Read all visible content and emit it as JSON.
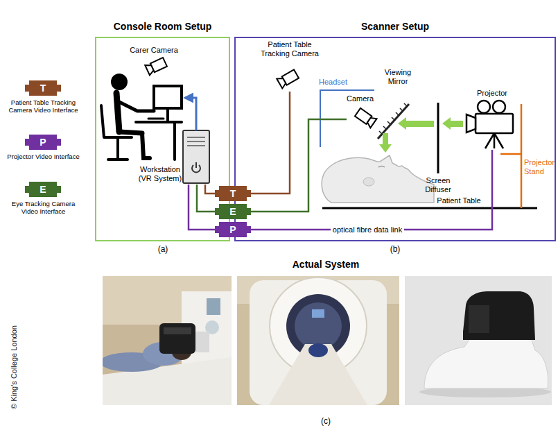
{
  "diagram": {
    "nodes": [
      {
        "text": [
          "Console Room Setup"
        ]
      },
      {
        "text": [
          "Workstation (VR System)"
        ],
        "in": 0
      },
      {
        "text": [
          "Scanner Setup"
        ]
      },
      {
        "text": [
          "Patient Table Tracking Camera"
        ],
        "in": 2
      },
      {
        "text": [
          "Camera"
        ],
        "in": 2
      },
      {
        "text": [
          "Projector"
        ],
        "in": 2
      },
      {
        "text": [
          "T"
        ]
      },
      {
        "text": [
          "E"
        ]
      },
      {
        "text": [
          "P"
        ]
      }
    ],
    "edges": [
      {
        "from": 1,
        "to": 6,
        "arrow": "none"
      },
      {
        "from": 6,
        "to": 3,
        "arrow": "none"
      },
      {
        "from": 1,
        "to": 7,
        "arrow": "none"
      },
      {
        "from": 7,
        "to": 4,
        "arrow": "none"
      },
      {
        "from": 1,
        "to": 8,
        "arrow": "none"
      },
      {
        "from": 8,
        "to": 5,
        "label": "optical fibre data link",
        "arrow": "none"
      }
    ],
    "labels": [
      "T",
      "P",
      "E",
      "Carer Camera",
      "Headset",
      "Viewing Mirror",
      "Screen Diffuser",
      "Projector Stand",
      "Patient Table",
      "(a)",
      "(b)",
      "Actual System",
      "(c)",
      "© King's College London"
    ],
    "legend": [
      {
        "text": "Patient Table Tracking Camera Video Interface",
        "color": "#8b4a26"
      },
      {
        "text": "Projector Video Interface",
        "color": "#7030a0"
      },
      {
        "text": "Eye Tracking Camera Video Interface",
        "color": "#3f6f2a"
      }
    ]
  }
}
